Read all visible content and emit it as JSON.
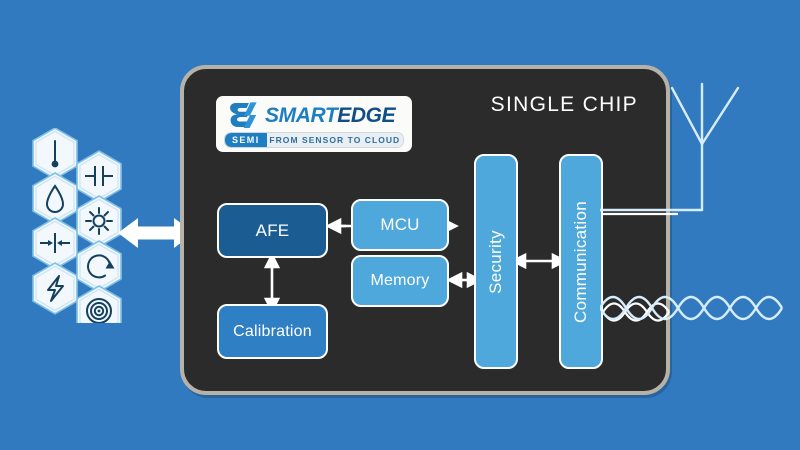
{
  "diagram": {
    "title": "SmartEdge Semi single chip sensor-to-cloud block diagram",
    "background_color": "#327ac0"
  },
  "chip": {
    "label": "SINGLE CHIP",
    "body_color": "#2b2b2b",
    "border_color": "#b7b2a8"
  },
  "logo": {
    "mark": "s3-monogram",
    "name_part1": "SMART",
    "name_part2": "EDGE",
    "badge": "SEMI",
    "tagline": "FROM SENSOR TO CLOUD",
    "brand_color": "#1f7ec2",
    "accent_color": "#0f4e87"
  },
  "blocks": [
    {
      "id": "afe",
      "label": "AFE",
      "color": "#1b5d92"
    },
    {
      "id": "calibration",
      "label": "Calibration",
      "color": "#2e7fc4"
    },
    {
      "id": "mcu",
      "label": "MCU",
      "color": "#4fa8dc"
    },
    {
      "id": "memory",
      "label": "Memory",
      "color": "#4fa8dc"
    },
    {
      "id": "security",
      "label": "Security",
      "color": "#4fa8dc"
    },
    {
      "id": "communication",
      "label": "Communication",
      "color": "#4fa8dc"
    }
  ],
  "connections": [
    {
      "from": "sensors",
      "to": "afe",
      "type": "bidirectional"
    },
    {
      "from": "afe",
      "to": "mcu",
      "type": "bidirectional"
    },
    {
      "from": "afe",
      "to": "calibration",
      "type": "bidirectional"
    },
    {
      "from": "memory",
      "to": "security",
      "type": "bidirectional"
    },
    {
      "from": "security",
      "to": "communication",
      "type": "bidirectional"
    },
    {
      "from": "communication",
      "to": "antenna",
      "type": "output"
    },
    {
      "from": "communication",
      "to": "rf-wave",
      "type": "output"
    }
  ],
  "sensors": {
    "description": "Hexagonal sensor icon cluster",
    "icons": [
      "thermometer-icon",
      "capacitor-icon",
      "water-drop-icon",
      "light-sun-icon",
      "pressure-icon",
      "rotation-icon",
      "lightning-bolt-icon",
      "proximity-rings-icon"
    ]
  },
  "outputs": [
    {
      "id": "antenna",
      "icon": "antenna-icon"
    },
    {
      "id": "rf-wave",
      "icon": "rf-wave-icon"
    }
  ]
}
